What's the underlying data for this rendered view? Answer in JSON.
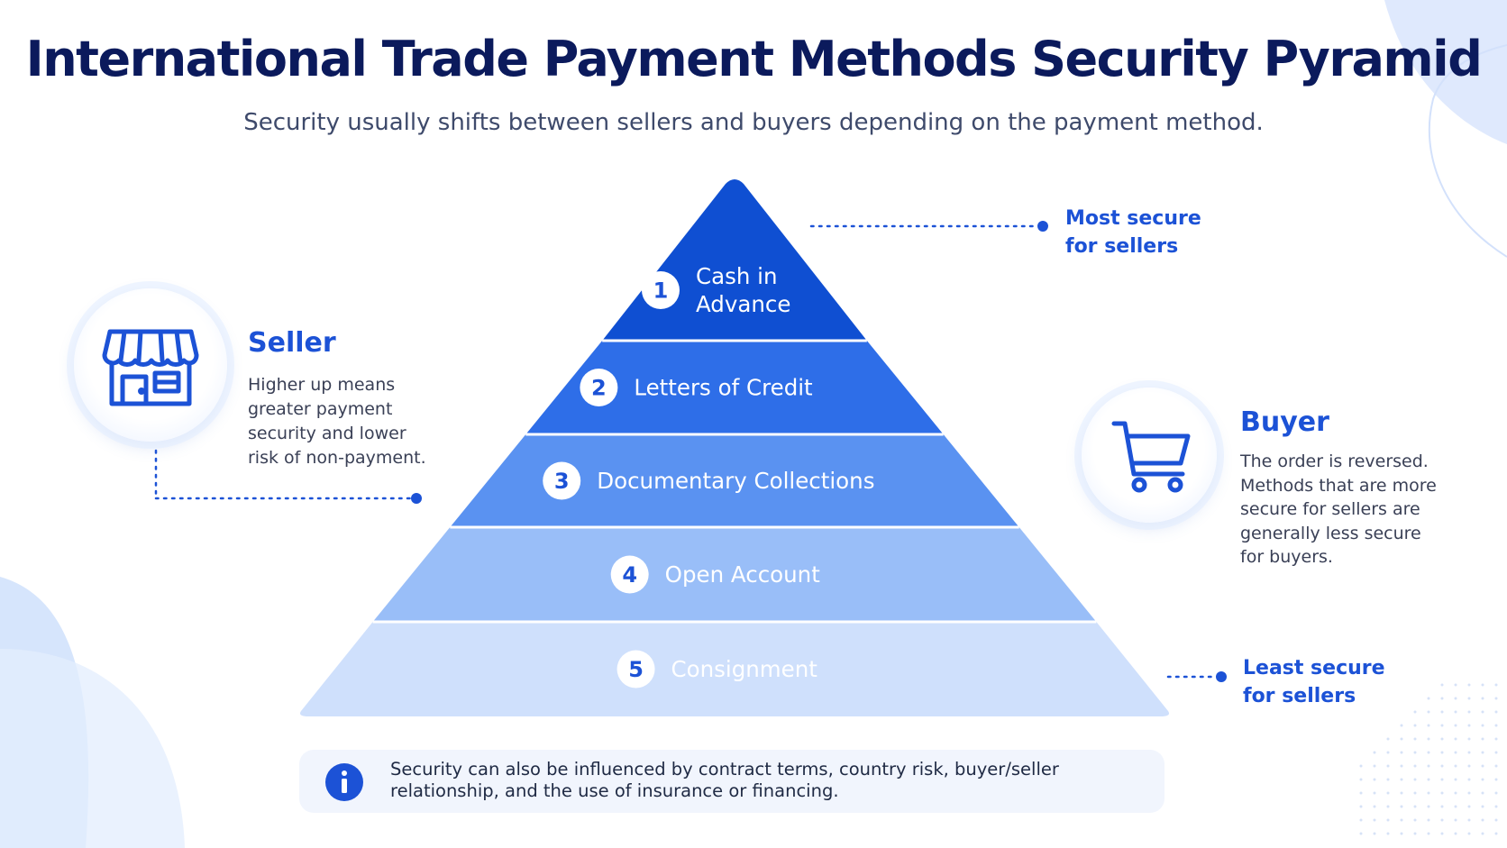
{
  "title": "International Trade Payment Methods Security Pyramid",
  "subtitle": "Security usually shifts between sellers and buyers depending on the payment method.",
  "top_note": {
    "line1": "Most secure",
    "line2": "for sellers"
  },
  "bottom_note": {
    "line1": "Least secure",
    "line2": "for sellers"
  },
  "seller": {
    "heading": "Seller",
    "text": "Higher up means greater payment security and lower risk of non-payment.",
    "icon": "storefront-icon"
  },
  "buyer": {
    "heading": "Buyer",
    "text": "The order is reversed. Methods that are more secure for sellers are generally less secure for buyers.",
    "icon": "shopping-cart-icon"
  },
  "tiers": [
    {
      "number": "1",
      "line1": "Cash in",
      "line2": "Advance",
      "color": "#0f4fd2"
    },
    {
      "number": "2",
      "line1": "Letters of Credit",
      "color": "#2e6ee8"
    },
    {
      "number": "3",
      "line1": "Documentary Collections",
      "color": "#5a92f1"
    },
    {
      "number": "4",
      "line1": "Open Account",
      "color": "#99bef8"
    },
    {
      "number": "5",
      "line1": "Consignment",
      "color": "#cfe0fc"
    }
  ],
  "info": {
    "icon": "info-icon",
    "text": "Security can also be influenced by contract terms, country risk, buyer/seller relationship, and the use of insurance or financing."
  },
  "colors": {
    "title": "#0b1a5c",
    "accent": "#1c52d6",
    "info_icon": "#1c52d6"
  }
}
